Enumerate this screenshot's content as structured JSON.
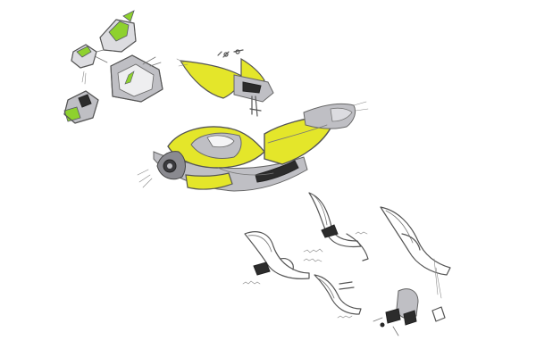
{
  "colors": {
    "background": "#ffffff",
    "accent_yellow": "#e4e62a",
    "accent_green": "#8ed12e",
    "marker_grey": "#bfbfc4",
    "ink": "#555555"
  },
  "sketches": [
    {
      "name": "small-part-sketches"
    },
    {
      "name": "handlebar-detail-sketch"
    },
    {
      "name": "main-vehicle-sketch"
    },
    {
      "name": "bracket-detail-sketches"
    }
  ]
}
